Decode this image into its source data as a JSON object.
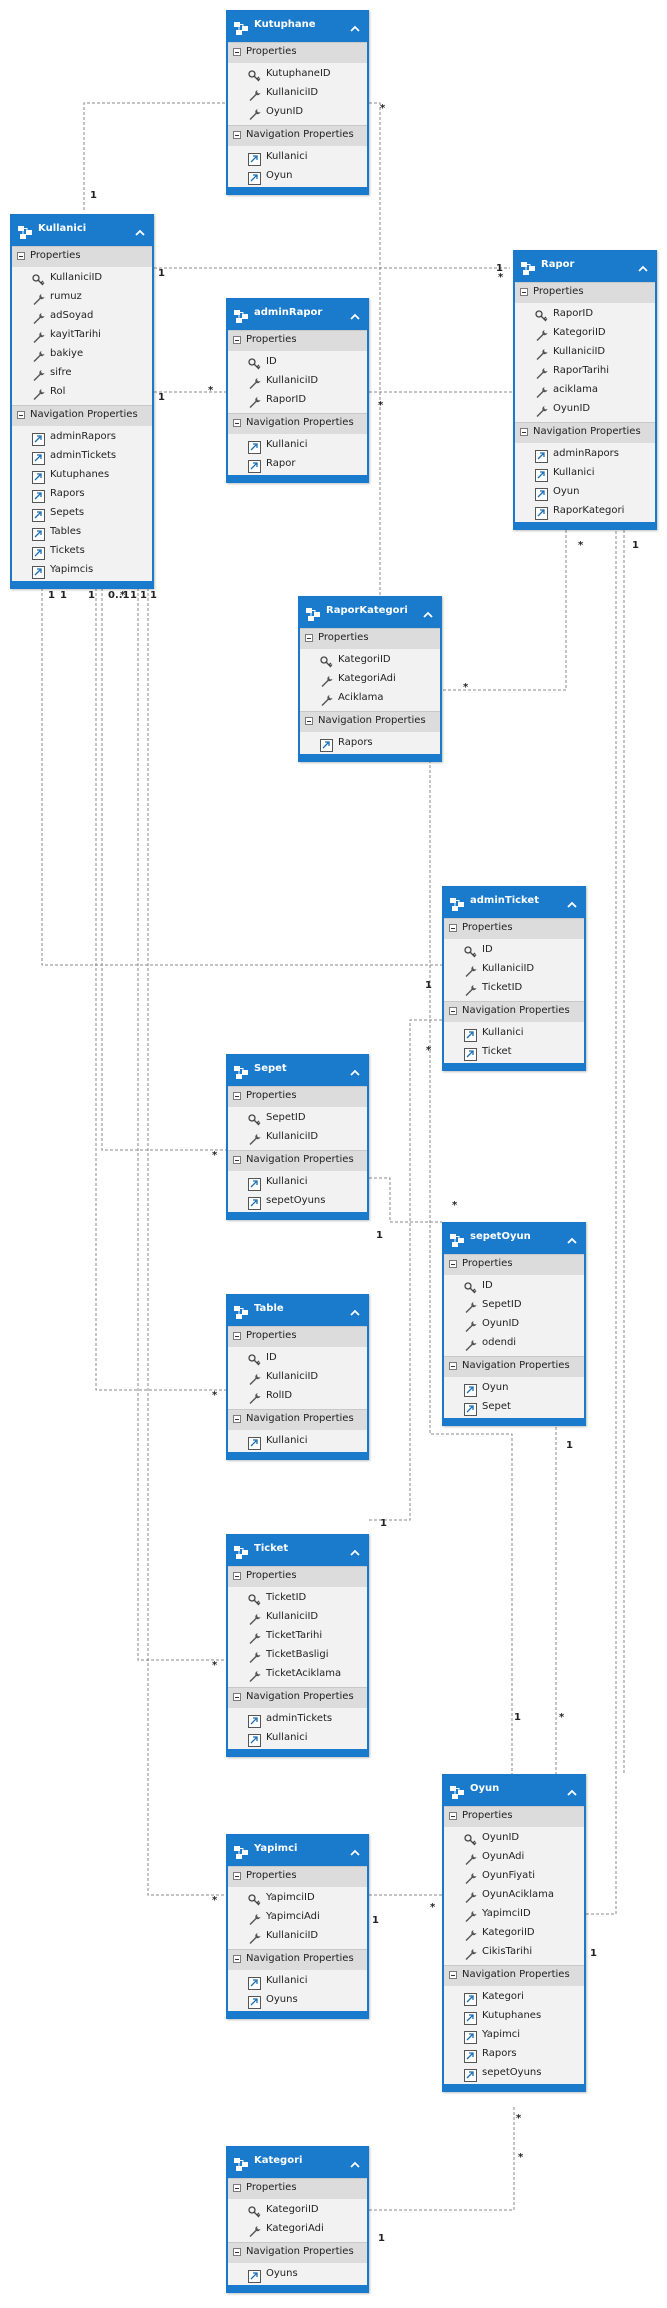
{
  "labels": {
    "properties": "Properties",
    "navigation": "Navigation Properties"
  },
  "entities": [
    {
      "id": "Kutuphane",
      "title": "Kutuphane",
      "properties": [
        {
          "name": "KutuphaneID",
          "key": true
        },
        {
          "name": "KullaniciID",
          "key": false
        },
        {
          "name": "OyunID",
          "key": false
        }
      ],
      "navigation": [
        "Kullanici",
        "Oyun"
      ]
    },
    {
      "id": "Kullanici",
      "title": "Kullanici",
      "properties": [
        {
          "name": "KullaniciID",
          "key": true
        },
        {
          "name": "rumuz",
          "key": false
        },
        {
          "name": "adSoyad",
          "key": false
        },
        {
          "name": "kayitTarihi",
          "key": false
        },
        {
          "name": "bakiye",
          "key": false
        },
        {
          "name": "sifre",
          "key": false
        },
        {
          "name": "Rol",
          "key": false
        }
      ],
      "navigation": [
        "adminRapors",
        "adminTickets",
        "Kutuphanes",
        "Rapors",
        "Sepets",
        "Tables",
        "Tickets",
        "Yapimcis"
      ]
    },
    {
      "id": "Rapor",
      "title": "Rapor",
      "properties": [
        {
          "name": "RaporID",
          "key": true
        },
        {
          "name": "KategoriID",
          "key": false
        },
        {
          "name": "KullaniciID",
          "key": false
        },
        {
          "name": "RaporTarihi",
          "key": false
        },
        {
          "name": "aciklama",
          "key": false
        },
        {
          "name": "OyunID",
          "key": false
        }
      ],
      "navigation": [
        "adminRapors",
        "Kullanici",
        "Oyun",
        "RaporKategori"
      ]
    },
    {
      "id": "adminRapor",
      "title": "adminRapor",
      "properties": [
        {
          "name": "ID",
          "key": true
        },
        {
          "name": "KullaniciID",
          "key": false
        },
        {
          "name": "RaporID",
          "key": false
        }
      ],
      "navigation": [
        "Kullanici",
        "Rapor"
      ]
    },
    {
      "id": "RaporKategori",
      "title": "RaporKategori",
      "properties": [
        {
          "name": "KategoriID",
          "key": true
        },
        {
          "name": "KategoriAdi",
          "key": false
        },
        {
          "name": "Aciklama",
          "key": false
        }
      ],
      "navigation": [
        "Rapors"
      ]
    },
    {
      "id": "adminTicket",
      "title": "adminTicket",
      "properties": [
        {
          "name": "ID",
          "key": true
        },
        {
          "name": "KullaniciID",
          "key": false
        },
        {
          "name": "TicketID",
          "key": false
        }
      ],
      "navigation": [
        "Kullanici",
        "Ticket"
      ]
    },
    {
      "id": "Sepet",
      "title": "Sepet",
      "properties": [
        {
          "name": "SepetID",
          "key": true
        },
        {
          "name": "KullaniciID",
          "key": false
        }
      ],
      "navigation": [
        "Kullanici",
        "sepetOyuns"
      ]
    },
    {
      "id": "sepetOyun",
      "title": "sepetOyun",
      "properties": [
        {
          "name": "ID",
          "key": true
        },
        {
          "name": "SepetID",
          "key": false
        },
        {
          "name": "OyunID",
          "key": false
        },
        {
          "name": "odendi",
          "key": false
        }
      ],
      "navigation": [
        "Oyun",
        "Sepet"
      ]
    },
    {
      "id": "Table",
      "title": "Table",
      "properties": [
        {
          "name": "ID",
          "key": true
        },
        {
          "name": "KullaniciID",
          "key": false
        },
        {
          "name": "RolID",
          "key": false
        }
      ],
      "navigation": [
        "Kullanici"
      ]
    },
    {
      "id": "Ticket",
      "title": "Ticket",
      "properties": [
        {
          "name": "TicketID",
          "key": true
        },
        {
          "name": "KullaniciID",
          "key": false
        },
        {
          "name": "TicketTarihi",
          "key": false
        },
        {
          "name": "TicketBasligi",
          "key": false
        },
        {
          "name": "TicketAciklama",
          "key": false
        }
      ],
      "navigation": [
        "adminTickets",
        "Kullanici"
      ]
    },
    {
      "id": "Oyun",
      "title": "Oyun",
      "properties": [
        {
          "name": "OyunID",
          "key": true
        },
        {
          "name": "OyunAdi",
          "key": false
        },
        {
          "name": "OyunFiyati",
          "key": false
        },
        {
          "name": "OyunAciklama",
          "key": false
        },
        {
          "name": "YapimciID",
          "key": false
        },
        {
          "name": "KategoriID",
          "key": false
        },
        {
          "name": "CikisTarihi",
          "key": false
        }
      ],
      "navigation": [
        "Kategori",
        "Kutuphanes",
        "Yapimci",
        "Rapors",
        "sepetOyuns"
      ]
    },
    {
      "id": "Yapimci",
      "title": "Yapimci",
      "properties": [
        {
          "name": "YapimciID",
          "key": true
        },
        {
          "name": "YapimciAdi",
          "key": false
        },
        {
          "name": "KullaniciID",
          "key": false
        }
      ],
      "navigation": [
        "Kullanici",
        "Oyuns"
      ]
    },
    {
      "id": "Kategori",
      "title": "Kategori",
      "properties": [
        {
          "name": "KategoriID",
          "key": true
        },
        {
          "name": "KategoriAdi",
          "key": false
        }
      ],
      "navigation": [
        "Oyuns"
      ]
    }
  ],
  "multiplicities": [
    "1",
    "*",
    "1",
    "*",
    "1",
    "*",
    "1",
    "*",
    "*",
    "1",
    "*",
    "1",
    "0..1",
    "1",
    "1",
    "1",
    "*",
    "*",
    "1",
    "*",
    "*",
    "1",
    "*",
    "*",
    "1",
    "*",
    "1",
    "1",
    "*",
    "1",
    "1",
    "*",
    "1",
    "*",
    "1",
    "1",
    "*"
  ],
  "colors": {
    "header": "#1a7acb",
    "border": "#1979ca",
    "body": "#f2f2f2",
    "section_header": "#dcdcdc",
    "connector": "#8a8a8a"
  }
}
